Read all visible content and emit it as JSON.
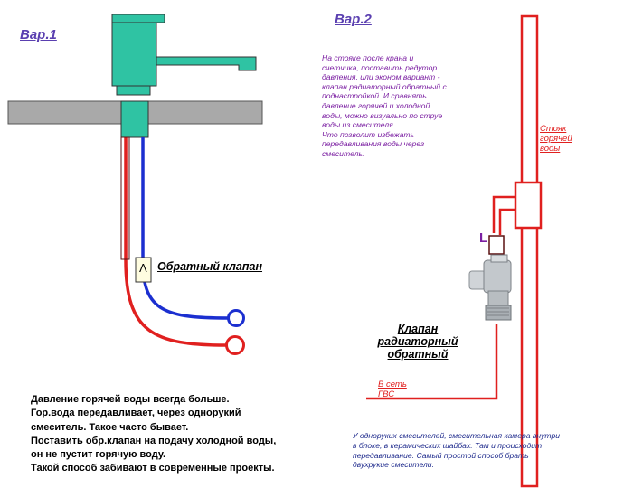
{
  "variant1": {
    "title": "Вар.1",
    "check_valve_label": "Обратный клапан",
    "check_valve_symbol": "Λ",
    "description": "Давление горячей воды всегда больше.\nГор.вода передавливает, через однорукий\nсмеситель. Такое часто бывает.\nПоставить обр.клапан на подачу холодной воды,\nон не пустит горячую воду.\nТакой способ забивают в современные проекты."
  },
  "variant2": {
    "title": "Вар.2",
    "note": "На стояке после крана и\nсчетчика, поставить редутор\nдавления, или эконом.вариант -\nклапан радиаторный обратный с\nподнастройкой. И сравнять\nдавление горячей и холодной\nводы, можно визуально по струе\nводы из смесителя.\nЧто позволит избежать\nпередавливания воды через\nсмеситель.",
    "riser_label": "Стояк\nгорячей\nводы",
    "radiator_valve_label": "Клапан радиаторный\nобратный",
    "valve_mark": "L",
    "gvs_label": "В сеть\nГВС",
    "bottom_note": "У одноруких смесителей, смесительная камера внутри\nв блоке, в керамических шайбах. Там и происходит\nпередавливание. Самый простой способ брать\nдвухрукие смесители."
  },
  "colors": {
    "hot_pipe": "#e0201f",
    "cold_pipe": "#1b2fd0",
    "faucet": "#2fc3a3",
    "countertop": "#a9a9a9",
    "title": "#5a3fb0",
    "note": "#7b1fa2",
    "bottom_note": "#1e2a8c"
  }
}
